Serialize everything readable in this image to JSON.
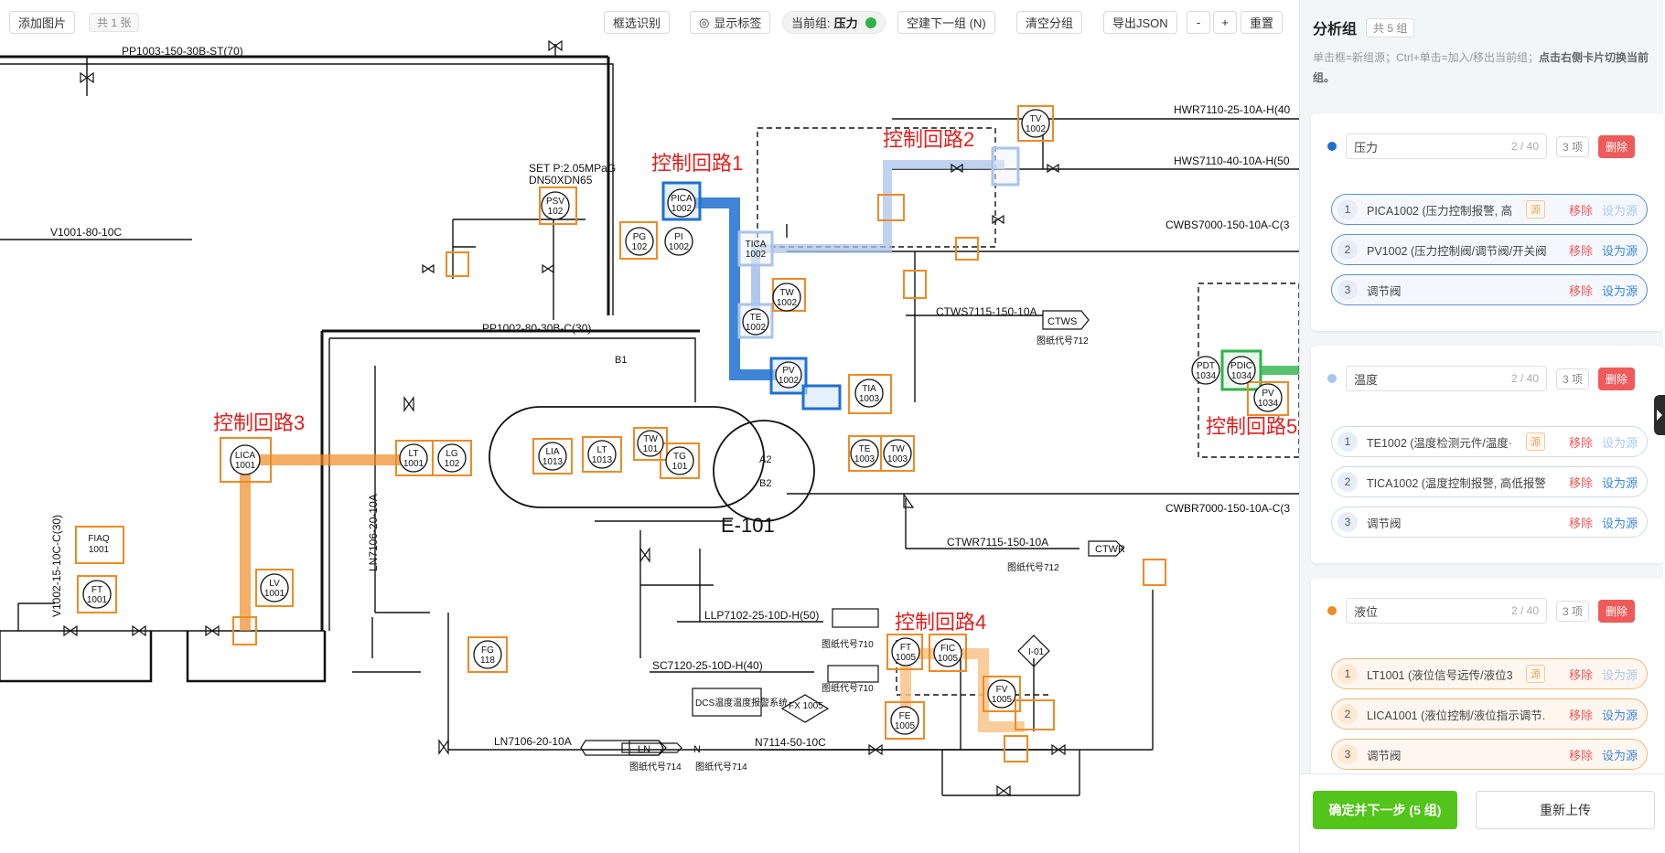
{
  "toolbar": {
    "add_image": "添加图片",
    "image_count": "共 1 张",
    "box_detect": "框选识别",
    "show_labels": "显示标签",
    "current_group_label": "当前组:",
    "current_group_value": "压力",
    "new_group": "空建下一组 (N)",
    "clear_groups": "清空分组",
    "export_json": "导出JSON",
    "zoom_out": "-",
    "zoom_in": "+",
    "reset": "重置"
  },
  "sidebar": {
    "title": "分析组",
    "group_count": "共 5 组",
    "hint_prefix": "单击框=新组源；Ctrl+单击=加入/移出当前组；",
    "hint_bold": "点击右侧卡片切换当前组。",
    "groups": [
      {
        "name": "压力",
        "count": "2 / 40",
        "items_label": "3 项",
        "delete": "删除",
        "color": "#1f6fd1",
        "items": [
          {
            "num": "1",
            "text": "PICA1002 (压力控制报警, 高",
            "badge": "源",
            "remove": "移除",
            "set": "设为源"
          },
          {
            "num": "2",
            "text": "PV1002 (压力控制阀/调节阀/开关阀",
            "remove": "移除",
            "set": "设为源"
          },
          {
            "num": "3",
            "text": "调节阀",
            "remove": "移除",
            "set": "设为源"
          }
        ]
      },
      {
        "name": "温度",
        "count": "2 / 40",
        "items_label": "3 项",
        "delete": "删除",
        "color": "#a9c4ea",
        "items": [
          {
            "num": "1",
            "text": "TE1002 (温度检测元件/温度·",
            "badge": "源",
            "remove": "移除",
            "set": "设为源"
          },
          {
            "num": "2",
            "text": "TICA1002 (温度控制报警, 高低报警",
            "remove": "移除",
            "set": "设为源"
          },
          {
            "num": "3",
            "text": "调节阀",
            "remove": "移除",
            "set": "设为源"
          }
        ]
      },
      {
        "name": "液位",
        "count": "2 / 40",
        "items_label": "3 项",
        "delete": "删除",
        "color": "#f08a24",
        "items": [
          {
            "num": "1",
            "text": "LT1001 (液位信号远传/液位3",
            "badge": "源",
            "remove": "移除",
            "set": "设为源"
          },
          {
            "num": "2",
            "text": "LICA1001 (液位控制/液位指示调节.",
            "remove": "移除",
            "set": "设为源"
          },
          {
            "num": "3",
            "text": "调节阀",
            "remove": "移除",
            "set": "设为源"
          }
        ]
      }
    ],
    "confirm": "确定并下一步 (5 组)",
    "reupload": "重新上传"
  },
  "diagram": {
    "loops": [
      "控制回路1",
      "控制回路2",
      "控制回路3",
      "控制回路4",
      "控制回路5"
    ],
    "lines": [
      "PP1003-150-30B-ST(70)",
      "PP1002-80-30B-C(30)",
      "V1001-80-10C",
      "HWR7110-25-10A-H(40",
      "HWS7110-40-10A-H(50",
      "CWBS7000-150-10A-C(3",
      "CTWS7115-150-10A",
      "CWBR7000-150-10A-C(3",
      "CTWR7115-150-10A",
      "LLP7102-25-10D-H(50)",
      "SC7120-25-10D-H(40)",
      "LN7106-20-10A",
      "N7114-50-10C",
      "LN7106-20-10A",
      "V1002-15-10C-C(30)"
    ],
    "notes": [
      "SET P:2.05MPaG",
      "DN50XDN65",
      "E-101",
      "图纸代号712",
      "图纸代号710",
      "图纸代号714",
      "DCS温度温度报警系统"
    ],
    "tags": [
      "PICA 1002",
      "PG 102",
      "PI 1002",
      "PSV 102",
      "TW 1002",
      "TE 1002",
      "TICA 1002",
      "TV 1002",
      "TIA 1003",
      "TE 1003",
      "TW 1003",
      "LICA 1001",
      "LT 1001",
      "LG 102",
      "LIA 1013",
      "LT 1013",
      "TW 101",
      "TG 101",
      "FIAQ 1001",
      "FT 1001",
      "LV 1001",
      "FG 118",
      "FT 1005",
      "FE 1005",
      "FV 1005",
      "FIC 1005",
      "PDT 1034",
      "PDIC 1034",
      "PV 1034"
    ],
    "labels": [
      "CTWS",
      "CTWR",
      "LN",
      "N",
      "FX 1005",
      "I-01",
      "B1",
      "A2",
      "B2"
    ]
  }
}
